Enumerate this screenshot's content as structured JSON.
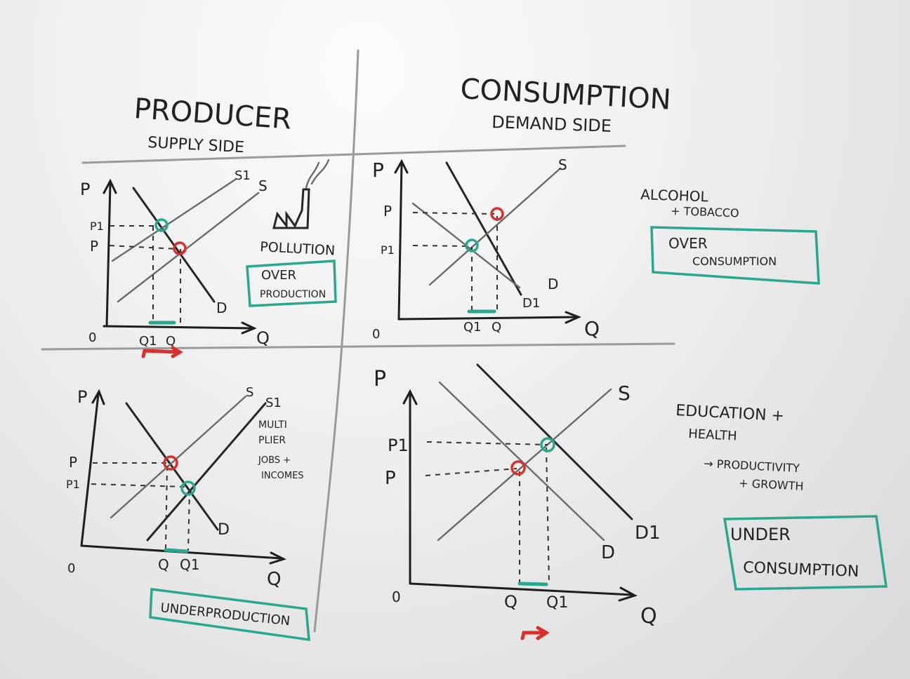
{
  "headings": {
    "producer_title": "PRODUCER",
    "producer_subtitle": "SUPPLY SIDE",
    "consumption_title": "CONSUMPTION",
    "consumption_subtitle": "DEMAND SIDE"
  },
  "graph_tl": {
    "axis_p": "P",
    "axis_q": "Q",
    "origin": "0",
    "price_labels": [
      "P1",
      "P"
    ],
    "quantity_labels": [
      "Q1",
      "Q"
    ],
    "curve_labels": [
      "S1",
      "S",
      "D"
    ],
    "side_labels": [
      "POLLUTION"
    ],
    "box_label_lines": [
      "OVER",
      "PRODUCTION"
    ]
  },
  "graph_tr": {
    "axis_p": "P",
    "axis_q": "Q",
    "origin": "0",
    "price_labels": [
      "P",
      "P1"
    ],
    "quantity_labels": [
      "Q1",
      "Q"
    ],
    "curve_labels": [
      "S",
      "D",
      "D1"
    ],
    "side_label_lines": [
      "ALCOHOL",
      "+ TOBACCO"
    ],
    "box_label_lines": [
      "OVER",
      "CONSUMPTION"
    ]
  },
  "graph_bl": {
    "axis_p": "P",
    "axis_q": "Q",
    "origin": "0",
    "price_labels": [
      "P",
      "P1"
    ],
    "quantity_labels": [
      "Q",
      "Q1"
    ],
    "curve_labels": [
      "S",
      "S1",
      "D"
    ],
    "side_label_lines": [
      "MULTI",
      "PLIER",
      "JOBS +",
      "INCOMES"
    ],
    "box_label": "UNDERPRODUCTION"
  },
  "graph_br": {
    "axis_p": "P",
    "axis_q": "Q",
    "origin": "0",
    "price_labels": [
      "P1",
      "P"
    ],
    "quantity_labels": [
      "Q",
      "Q1"
    ],
    "curve_labels": [
      "S",
      "D1",
      "D"
    ],
    "side_label_lines": [
      "EDUCATION +",
      "HEALTH",
      "→ PRODUCTIVITY",
      "+ GROWTH"
    ],
    "box_label_lines": [
      "UNDER",
      "CONSUMPTION"
    ]
  },
  "colors": {
    "marker_red": "#d8302c",
    "marker_teal": "#2aa88f",
    "marker_black": "#222222"
  }
}
